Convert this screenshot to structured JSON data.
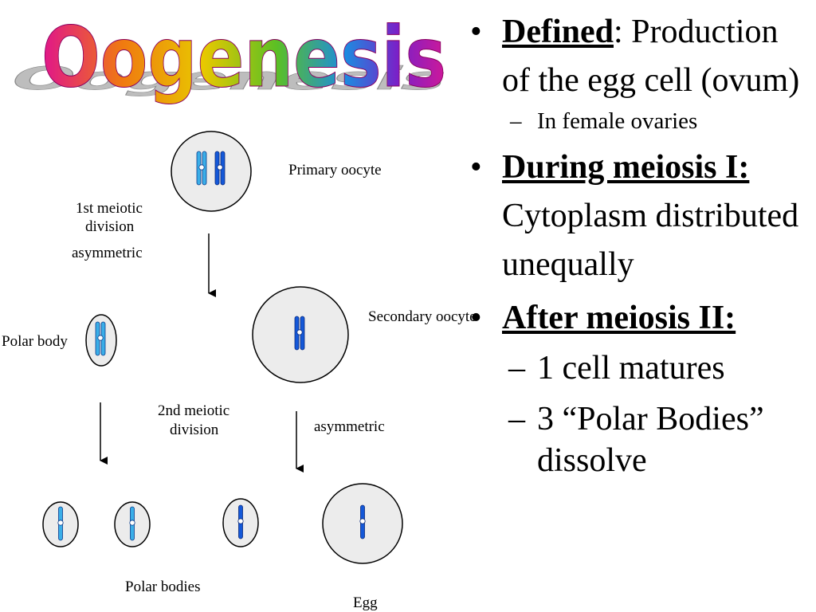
{
  "title": "Oogenesis",
  "colors": {
    "title_gradient": [
      "#e0148c",
      "#f07a10",
      "#e8c800",
      "#5cc024",
      "#1c8ce0",
      "#7a20c8",
      "#d01898"
    ],
    "title_shadow": "#b8b8b8",
    "cell_fill": "#ececec",
    "chromosome_light": "#3aaee8",
    "chromosome_dark": "#1458d8"
  },
  "diagram": {
    "labels": {
      "primary_oocyte": "Primary oocyte",
      "first_division_line1": "1st meiotic",
      "first_division_line2": "division",
      "asymmetric_1": "asymmetric",
      "secondary_oocyte": "Secondary oocyte",
      "polar_body": "Polar body",
      "second_division_line1": "2nd meiotic",
      "second_division_line2": "division",
      "asymmetric_2": "asymmetric",
      "polar_bodies": "Polar bodies",
      "egg": "Egg"
    }
  },
  "bullets": [
    {
      "head": "Defined",
      "after_head": ":",
      "text": "Production of the egg cell (ovum)",
      "subs": [
        {
          "text": "In female ovaries",
          "size": "small"
        }
      ]
    },
    {
      "head": "During meiosis I:",
      "after_head": "",
      "text": "Cytoplasm distributed unequally",
      "subs": []
    },
    {
      "head": "After meiosis II:",
      "after_head": "",
      "text": "",
      "subs": [
        {
          "text": "1 cell matures",
          "size": "big"
        },
        {
          "text": "3 “Polar Bodies” dissolve",
          "size": "big"
        }
      ]
    }
  ]
}
